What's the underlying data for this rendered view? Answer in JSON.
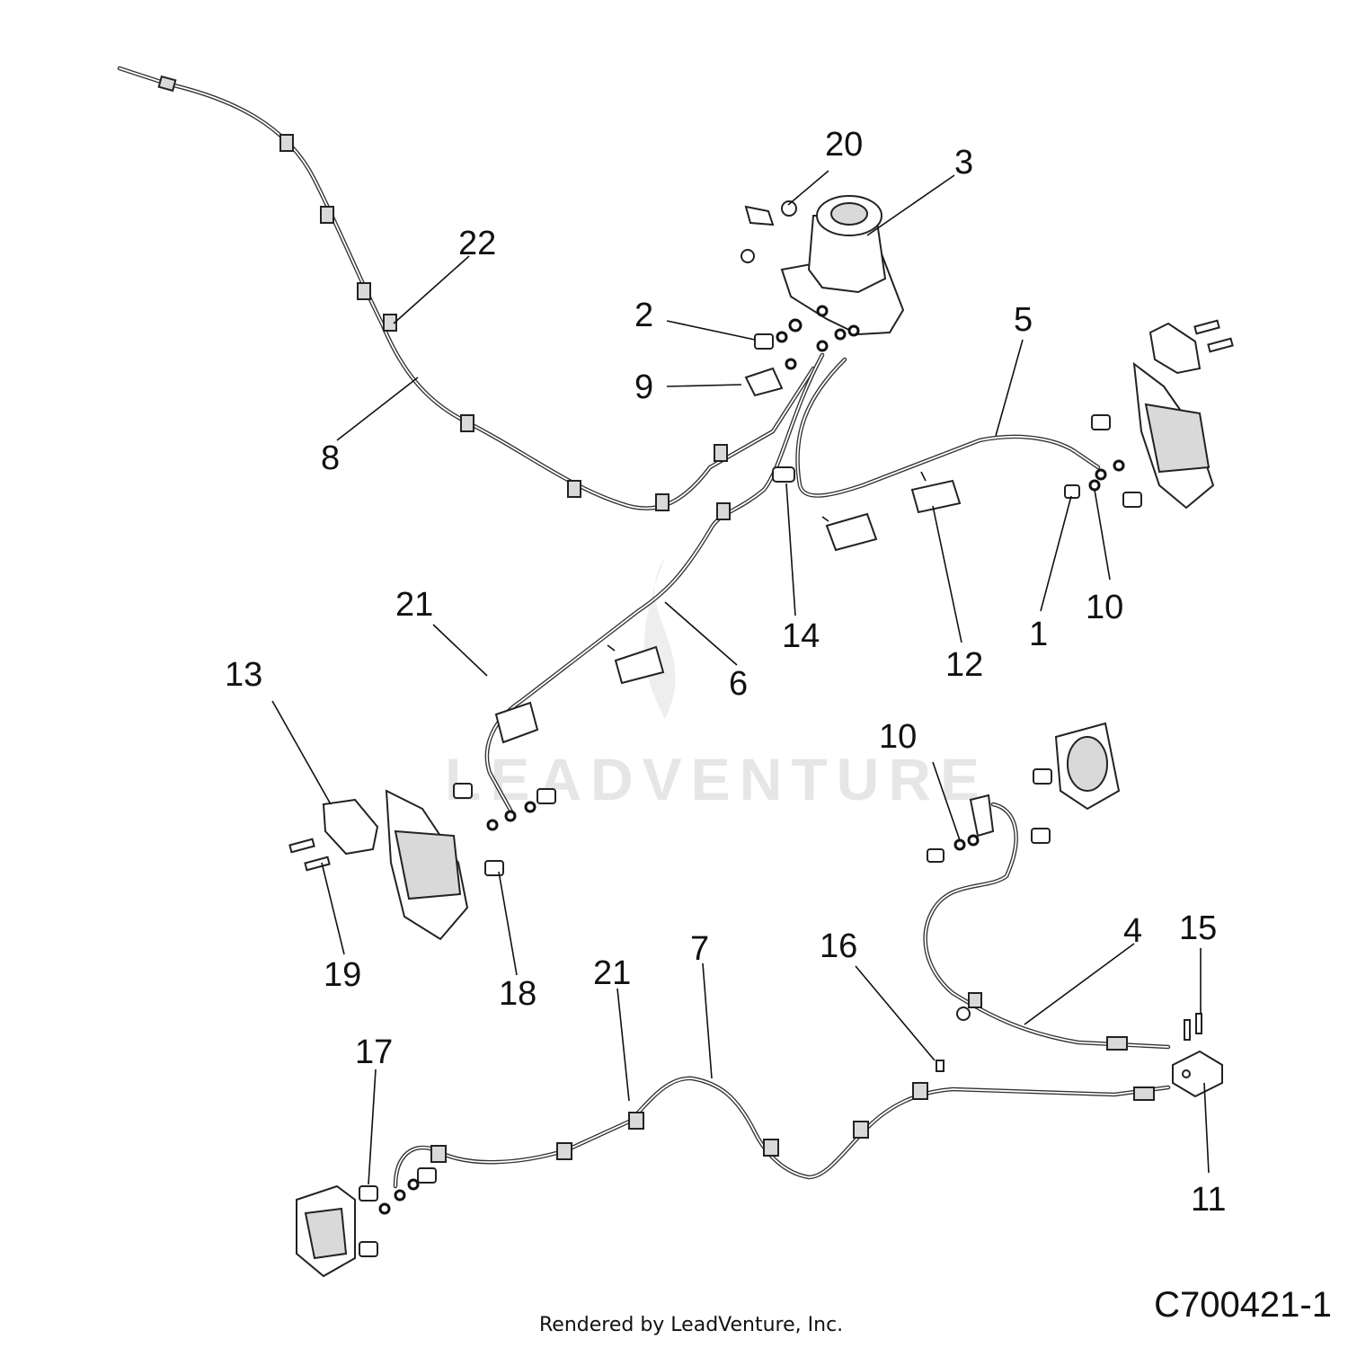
{
  "watermark": "LEADVENTURE",
  "figure_id": "C700421-1",
  "credit": "Rendered by LeadVenture, Inc.",
  "callouts": {
    "c1": "1",
    "c2": "2",
    "c3": "3",
    "c4": "4",
    "c5": "5",
    "c6": "6",
    "c7": "7",
    "c8": "8",
    "c9": "9",
    "c10a": "10",
    "c10b": "10",
    "c11": "11",
    "c12": "12",
    "c13": "13",
    "c14": "14",
    "c15": "15",
    "c16": "16",
    "c17": "17",
    "c18": "18",
    "c19": "19",
    "c20": "20",
    "c21a": "21",
    "c21b": "21",
    "c22": "22"
  }
}
